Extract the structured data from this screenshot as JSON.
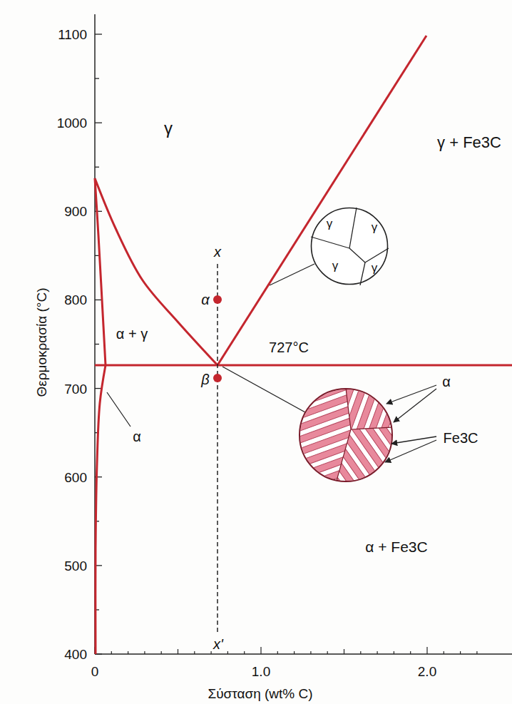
{
  "diagram": {
    "nodes": [
      {
        "text": [
          "γ",
          "γ",
          "γ",
          "γ"
        ]
      }
    ],
    "labels": [
      "1100",
      "1000",
      "900",
      "800",
      "700",
      "600",
      "500",
      "400",
      "0",
      "1.0",
      "2.0",
      "Θερμοκρασία (°C)",
      "Σύσταση (wt% C)",
      "γ",
      "γ + Fe3C",
      "α + γ",
      "α",
      "727°C",
      "α + Fe3C",
      "x",
      "x'",
      "α",
      "β",
      "α",
      "Fe3C"
    ]
  }
}
